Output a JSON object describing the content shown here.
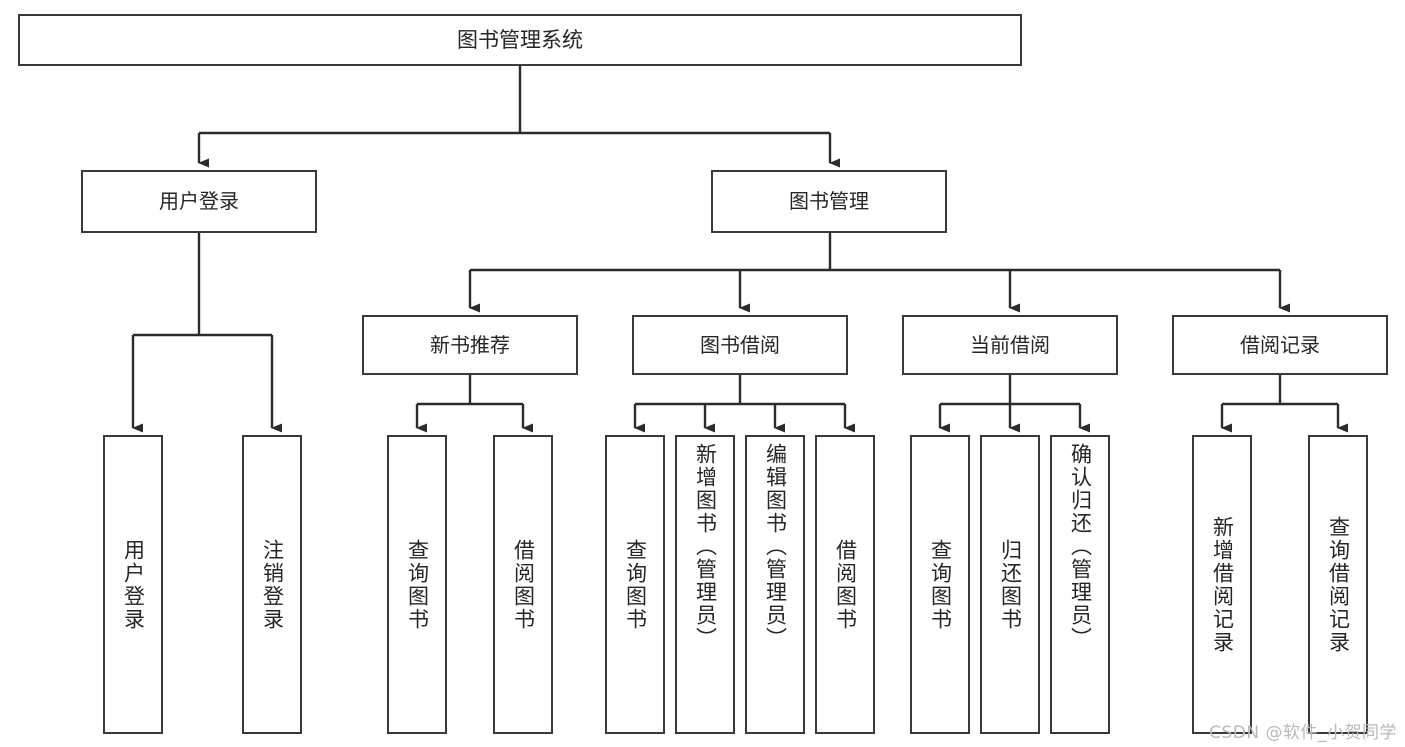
{
  "diagram": {
    "title": "图书管理系统",
    "type": "tree-hierarchy-diagram",
    "root": {
      "id": "root",
      "label": "图书管理系统"
    },
    "level2": [
      {
        "id": "user-login",
        "label": "用户登录"
      },
      {
        "id": "book-manage",
        "label": "图书管理"
      }
    ],
    "level3": [
      {
        "id": "new-book-recommend",
        "label": "新书推荐",
        "parent": "book-manage"
      },
      {
        "id": "book-borrow",
        "label": "图书借阅",
        "parent": "book-manage"
      },
      {
        "id": "current-borrow",
        "label": "当前借阅",
        "parent": "book-manage"
      },
      {
        "id": "borrow-record",
        "label": "借阅记录",
        "parent": "book-manage"
      }
    ],
    "leaves": {
      "user-login": [
        {
          "id": "leaf-user-login",
          "label": "用户登录"
        },
        {
          "id": "leaf-user-logout",
          "label": "注销登录"
        }
      ],
      "new-book-recommend": [
        {
          "id": "leaf-query-book-1",
          "label": "查询图书"
        },
        {
          "id": "leaf-borrow-book-1",
          "label": "借阅图书"
        }
      ],
      "book-borrow": [
        {
          "id": "leaf-query-book-2",
          "label": "查询图书"
        },
        {
          "id": "leaf-add-book",
          "label": "新增图书（管理员）"
        },
        {
          "id": "leaf-edit-book",
          "label": "编辑图书（管理员）"
        },
        {
          "id": "leaf-borrow-book-2",
          "label": "借阅图书"
        }
      ],
      "current-borrow": [
        {
          "id": "leaf-query-book-3",
          "label": "查询图书"
        },
        {
          "id": "leaf-return-book",
          "label": "归还图书"
        },
        {
          "id": "leaf-confirm-return",
          "label": "确认归还（管理员）"
        }
      ],
      "borrow-record": [
        {
          "id": "leaf-add-record",
          "label": "新增借阅记录"
        },
        {
          "id": "leaf-query-record",
          "label": "查询借阅记录"
        }
      ]
    },
    "colors": {
      "box_border": "#3a3a3a",
      "box_fill": "#ffffff",
      "edge": "#2b2b2b",
      "text": "#262626",
      "watermark": "#b9b9b9",
      "background": "#ffffff"
    },
    "watermark": "CSDN @软件_小贺同学"
  }
}
